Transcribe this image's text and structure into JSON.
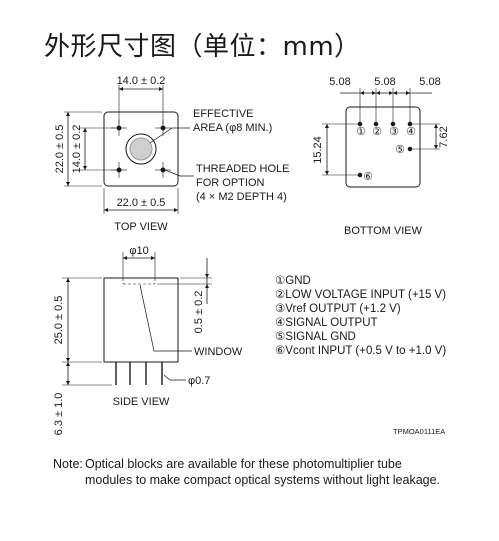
{
  "title": "外形尺寸图（单位：mm）",
  "top_view": {
    "label": "TOP VIEW",
    "dim_top": "14.0 ± 0.2",
    "dim_bottom": "22.0 ± 0.5",
    "dim_left_outer": "22.0 ± 0.5",
    "dim_left_inner": "14.0 ± 0.2",
    "effective_area_line1": "EFFECTIVE",
    "effective_area_line2": "AREA (φ8 MIN.)",
    "threaded_line1": "THREADED HOLE",
    "threaded_line2": "FOR OPTION",
    "threaded_line3": "(4 × M2 DEPTH 4)"
  },
  "bottom_view": {
    "label": "BOTTOM VIEW",
    "pitch1": "5.08",
    "pitch2": "5.08",
    "pitch3": "5.08",
    "dim_right": "7.62",
    "dim_left": "15.24",
    "pins": [
      "①",
      "②",
      "③",
      "④",
      "⑤",
      "⑥"
    ]
  },
  "side_view": {
    "label": "SIDE VIEW",
    "dim_window": "φ10",
    "dim_height": "25.0 ± 0.5",
    "dim_window_depth": "0.5 ± 0.2",
    "window_label": "WINDOW",
    "pin_dia": "φ0.7",
    "pin_length": "6.3 ± 1.0"
  },
  "pin_legend": [
    "①GND",
    "②LOW VOLTAGE INPUT (+15 V)",
    "③Vref OUTPUT (+1.2 V)",
    "④SIGNAL OUTPUT",
    "⑤SIGNAL GND",
    "⑥Vcont INPUT (+0.5 V to +1.0 V)"
  ],
  "drawing_code": "TPMOA0111EA",
  "note": {
    "label": "Note:",
    "text": "Optical blocks are available for these photomultiplier tube modules to make compact optical systems without light leakage."
  }
}
